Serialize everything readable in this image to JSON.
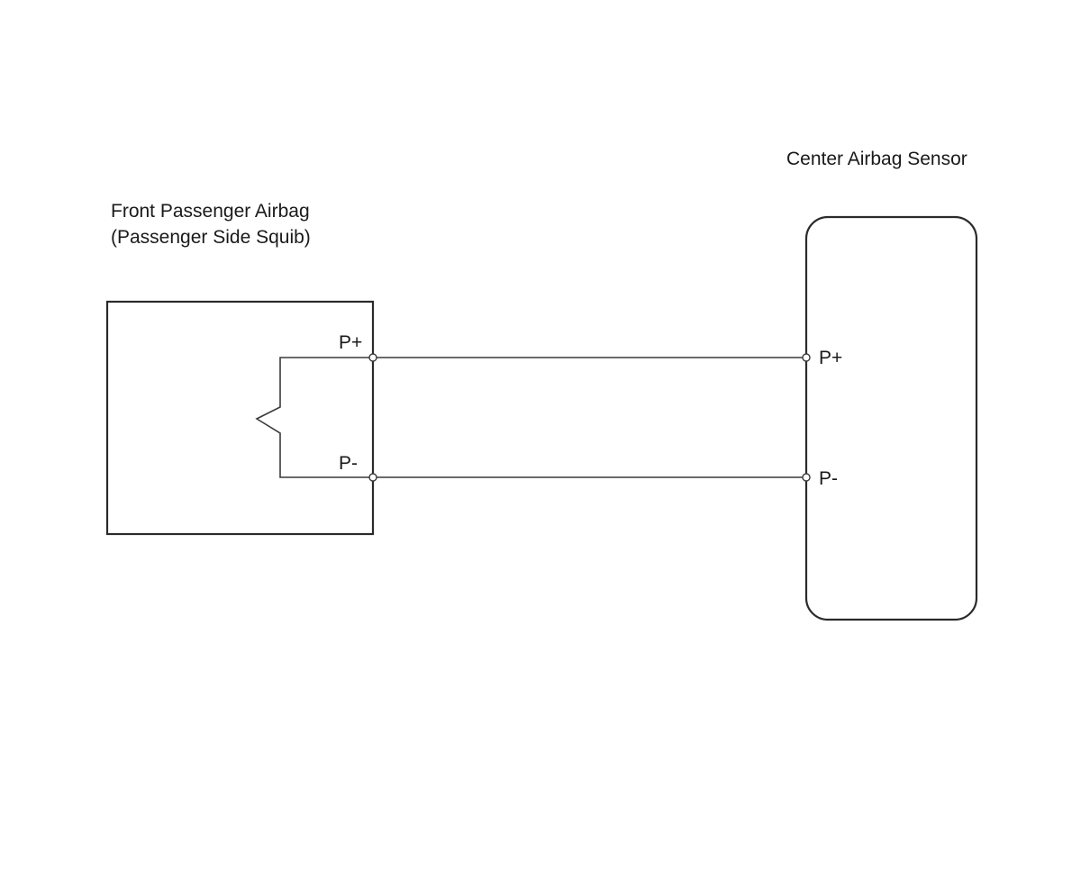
{
  "left_component": {
    "label_line1": "Front Passenger Airbag",
    "label_line2": "(Passenger Side Squib)",
    "terminal_plus": "P+",
    "terminal_minus": "P-"
  },
  "right_component": {
    "label": "Center Airbag Sensor",
    "terminal_plus": "P+",
    "terminal_minus": "P-"
  },
  "colors": {
    "line": "#3a3a3a",
    "text": "#1a1a1a",
    "background": "#ffffff"
  }
}
